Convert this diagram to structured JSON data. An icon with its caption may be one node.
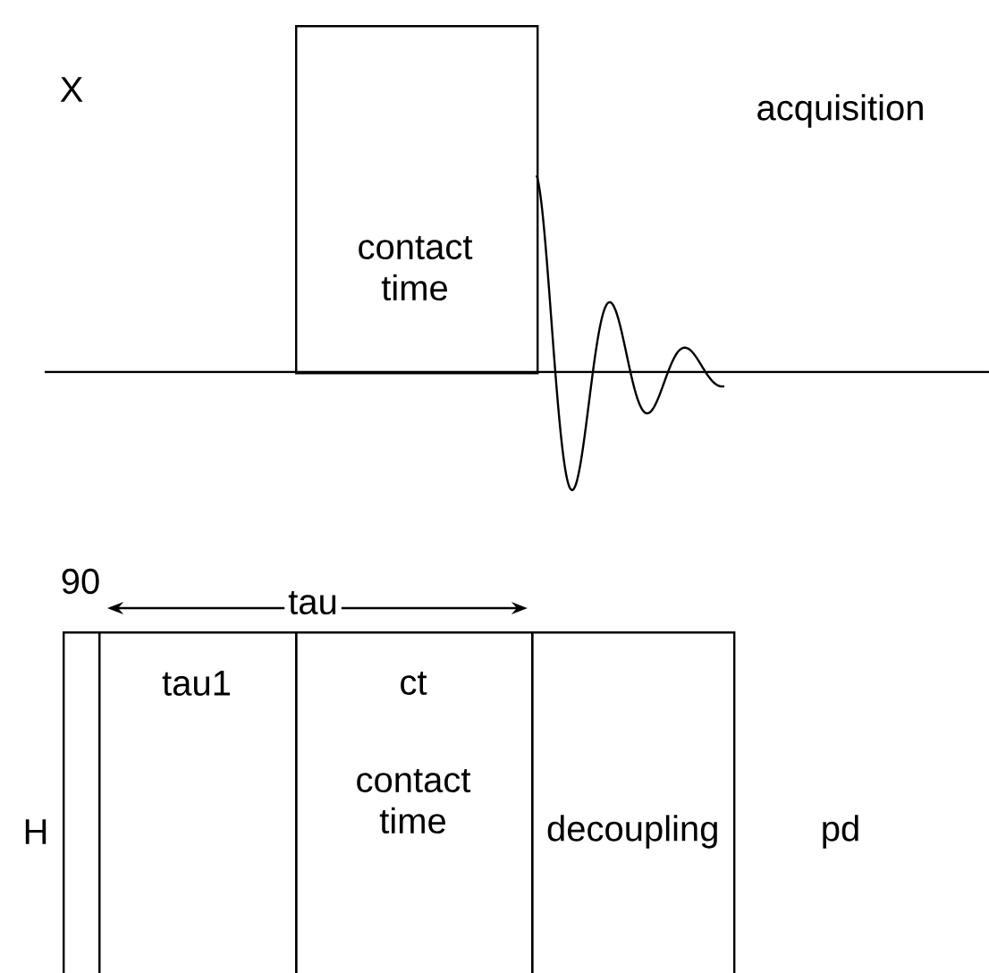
{
  "diagram": {
    "nodes": [
      {
        "text": [
          "contact time"
        ]
      },
      {
        "text": [
          "90"
        ]
      },
      {
        "text": [
          "tau1"
        ]
      },
      {
        "text": [
          "ct",
          "contact time"
        ]
      },
      {
        "text": [
          "decoupling"
        ]
      }
    ],
    "labels": [
      "X",
      "acquisition",
      "tau",
      "H",
      "pd"
    ]
  }
}
